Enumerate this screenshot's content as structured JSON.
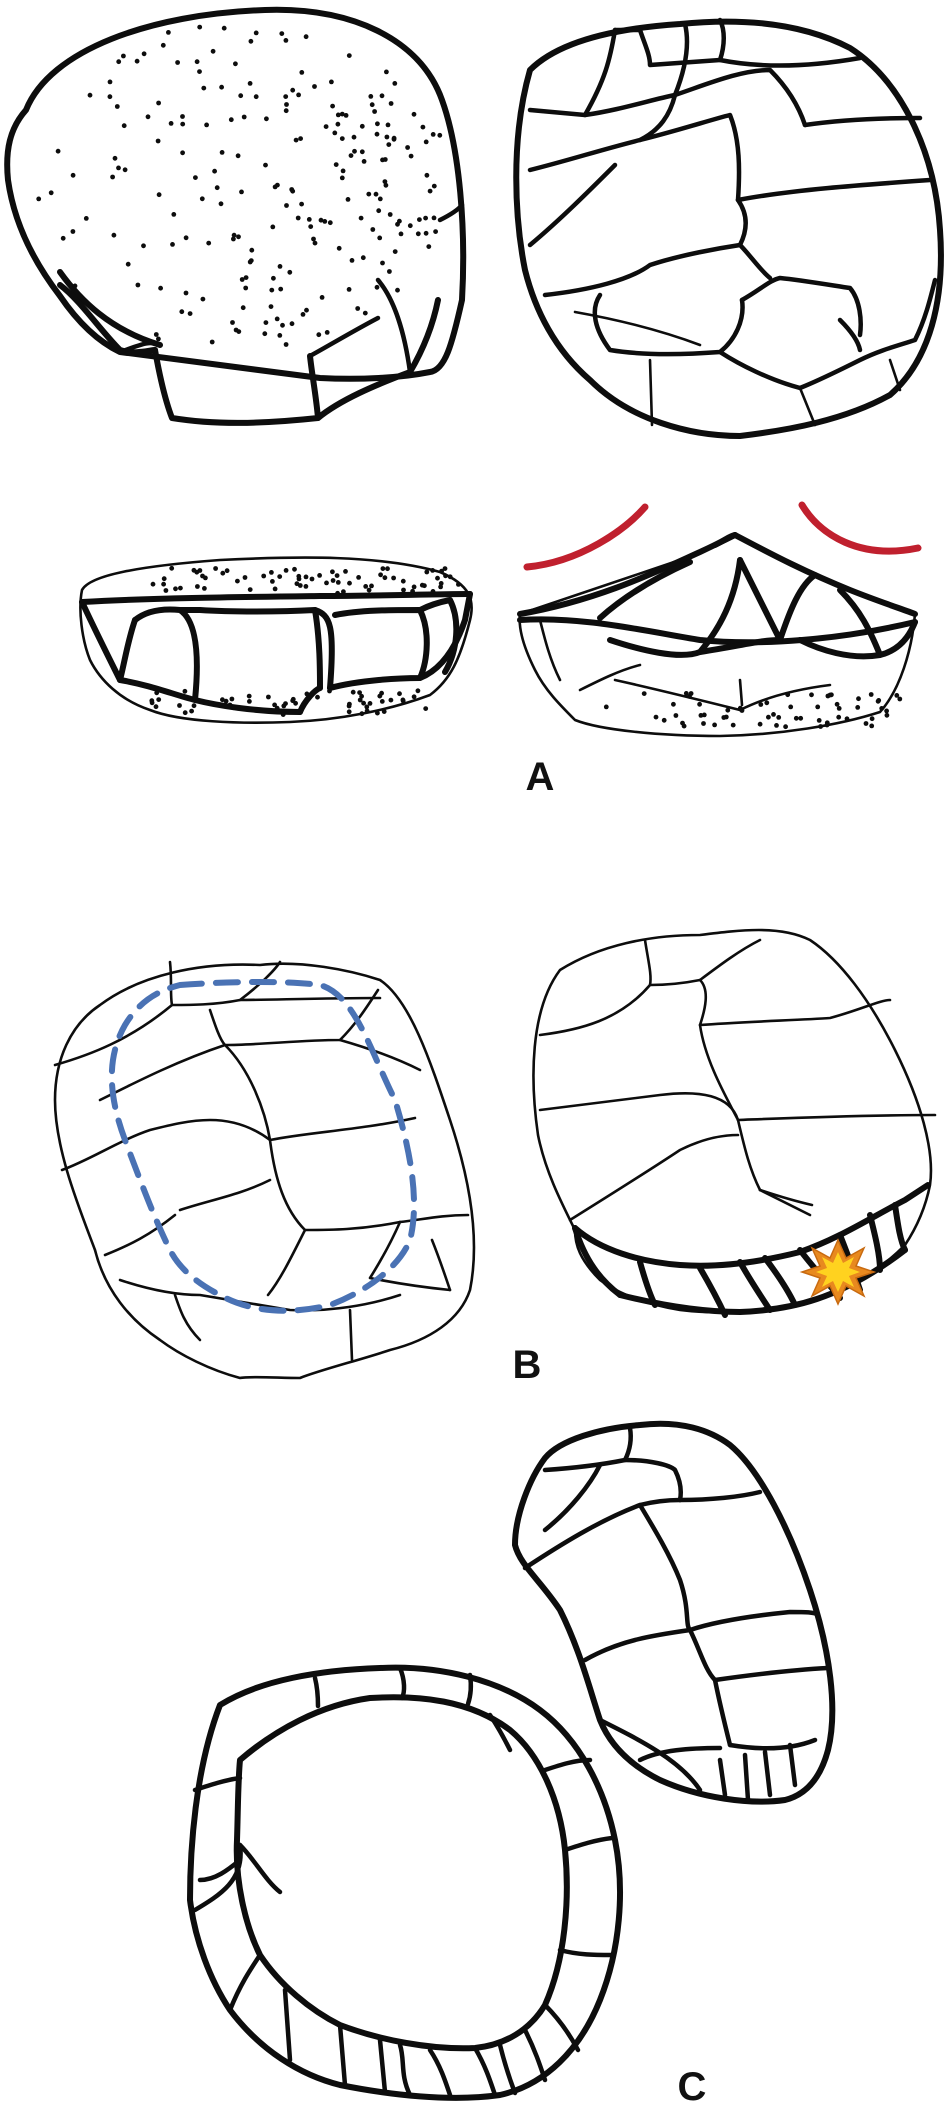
{
  "figure": {
    "panel_labels": [
      "A",
      "B",
      "C"
    ],
    "colors": {
      "line": "#0d0d0d",
      "striking_platform_arc": "#c0202e",
      "dashed_outline": "#4a72b4",
      "impact_star_outer": "#e8891f",
      "impact_star_inner": "#ffd21f"
    },
    "icons": {
      "impact_point": "starburst-icon"
    }
  }
}
